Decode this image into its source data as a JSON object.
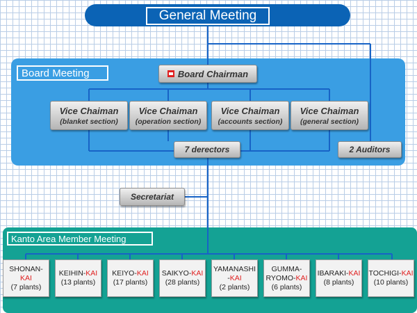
{
  "general_meeting": {
    "label": "General Meeting"
  },
  "board_meeting": {
    "title": "Board Meeting",
    "chairman": "Board Chairman",
    "vice_chairmen": [
      {
        "title": "Vice Chaiman",
        "section": "(blanket section)"
      },
      {
        "title": "Vice Chaiman",
        "section": "(operation section)"
      },
      {
        "title": "Vice Chaiman",
        "section": "(accounts section)"
      },
      {
        "title": "Vice Chaiman",
        "section": "(general section)"
      }
    ],
    "directors": "7 derectors",
    "auditors": "2 Auditors"
  },
  "secretariat": "Secretariat",
  "kanto": {
    "title": "Kanto Area Member Meeting",
    "members": [
      {
        "name": "SHONAN-",
        "kai": "KAI",
        "plants": "(7 plants)"
      },
      {
        "name": "KEIHIN-",
        "kai": "KAI",
        "plants": "(13 plants)"
      },
      {
        "name": "KEIYO-",
        "kai": "KAI",
        "plants": "(17 plants)"
      },
      {
        "name": "SAIKYO-",
        "kai": "KAI",
        "plants": "(28 plants)"
      },
      {
        "name": "YAMANASHI",
        "pre": "-",
        "kai": "KAI",
        "plants": "(2 plants)"
      },
      {
        "name": "GUMMA-",
        "name2": "RYOMO-",
        "kai": "KAI",
        "plants": "(6 plants)"
      },
      {
        "name": "IBARAKI-",
        "kai": "KAI",
        "plants": "(8 plants)"
      },
      {
        "name": "TOCHIGI-",
        "kai": "KAI",
        "plants": "(10 plants)"
      }
    ]
  },
  "colors": {
    "general_blue": "#0b63b5",
    "board_panel": "#3a9ee3",
    "kanto_panel": "#14a294",
    "connector": "#1763c6",
    "kai_red": "#e02020"
  }
}
